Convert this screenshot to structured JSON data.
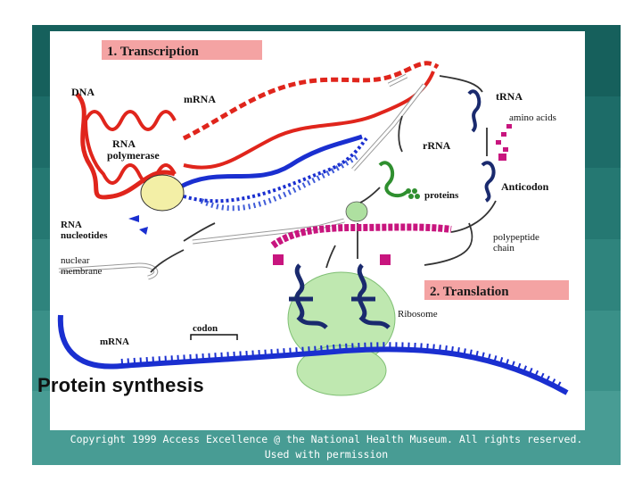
{
  "diagram": {
    "title": "Protein synthesis",
    "section_transcription": "1. Transcription",
    "section_translation": "2. Translation",
    "labels": {
      "dna": "DNA",
      "mrna_top": "mRNA",
      "rna_polymerase_1": "RNA",
      "rna_polymerase_2": "polymerase",
      "rna_nucleotides_1": "RNA",
      "rna_nucleotides_2": "nucleotides",
      "nuclear_membrane_1": "nuclear",
      "nuclear_membrane_2": "membrane",
      "trna": "tRNA",
      "amino_acids": "amino acids",
      "rrna": "rRNA",
      "proteins": "proteins",
      "anticodon": "Anticodon",
      "polypeptide_1": "polypeptide",
      "polypeptide_2": "chain",
      "ribosome": "Ribosome",
      "codon": "codon",
      "mrna_bottom": "mRNA"
    }
  },
  "copyright": {
    "line1": "Copyright 1999 Access Excellence @ the National Health Museum. All rights reserved.",
    "line2": "Used with permission"
  },
  "colors": {
    "frame_teal": "#1f6f6b",
    "dna_red": "#e0251c",
    "mrna_blue": "#1a2fd0",
    "ribosome_green": "#bfe8b0",
    "polymerase_yellow": "#f3efa6",
    "polypeptide_magenta": "#c8157e",
    "trna_navy": "#1a2a6e",
    "title_box": "#f4a3a3"
  }
}
